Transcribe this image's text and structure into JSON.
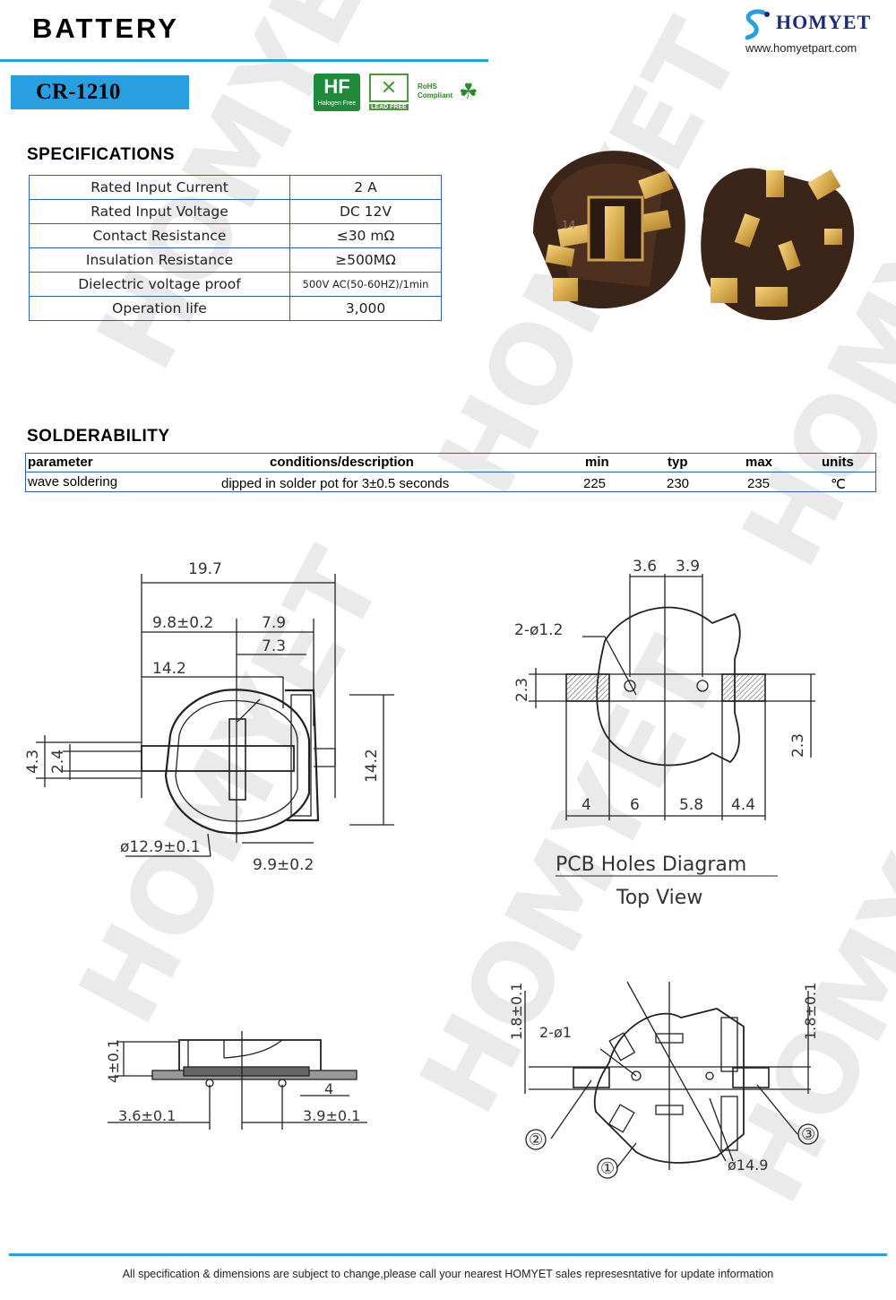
{
  "header": {
    "title": "BATTERY",
    "logo_text": "HOMYET",
    "website": "www.homyetpart.com",
    "model": "CR-1210",
    "badges": [
      "Halogen Free",
      "LEAD FREE",
      "RoHS Compliant"
    ]
  },
  "watermark": "HOMYET",
  "specifications": {
    "heading": "SPECIFICATIONS",
    "rows": [
      {
        "name": "Rated Input Current",
        "value": "2  A"
      },
      {
        "name": "Rated Input Voltage",
        "value": "DC  12V"
      },
      {
        "name": "Contact Resistance",
        "value": "≤30  mΩ"
      },
      {
        "name": "Insulation Resistance",
        "value": "≥500MΩ"
      },
      {
        "name": "Dielectric voltage proof",
        "value": "500V AC(50-60HZ)/1min"
      },
      {
        "name": "Operation life",
        "value": "3,000"
      }
    ]
  },
  "product_photo": {
    "mark": "14"
  },
  "solderability": {
    "heading": "SOLDERABILITY",
    "columns": [
      "parameter",
      "conditions/description",
      "min",
      "typ",
      "max",
      "units"
    ],
    "row": [
      "wave soldering",
      "dipped in solder pot for 3±0.5 seconds",
      "225",
      "230",
      "235",
      "℃"
    ]
  },
  "drawing_top": {
    "dims": [
      "19.7",
      "9.8±0.2",
      "7.9",
      "7.3",
      "14.2",
      "4.3",
      "2.4",
      "14.2",
      "ø12.9±0.1",
      "9.9±0.2"
    ]
  },
  "pcb_holes": {
    "dims": [
      "3.6",
      "3.9",
      "2-ø1.2",
      "2.3",
      "2.3",
      "4",
      "6",
      "5.8",
      "4.4"
    ],
    "title": "PCB Holes Diagram",
    "subtitle": "Top  View"
  },
  "drawing_side": {
    "dims": [
      "4±0.1",
      "4",
      "3.6±0.1",
      "3.9±0.1"
    ]
  },
  "drawing_bottom": {
    "dims": [
      "1.8±0.1",
      "1.8±0.1",
      "2-ø1",
      "ø14.9"
    ],
    "callouts": [
      "②",
      "③",
      "①"
    ]
  },
  "footer": "All specification & dimensions are subject to change,please call your nearest HOMYET sales represesntative for update information"
}
